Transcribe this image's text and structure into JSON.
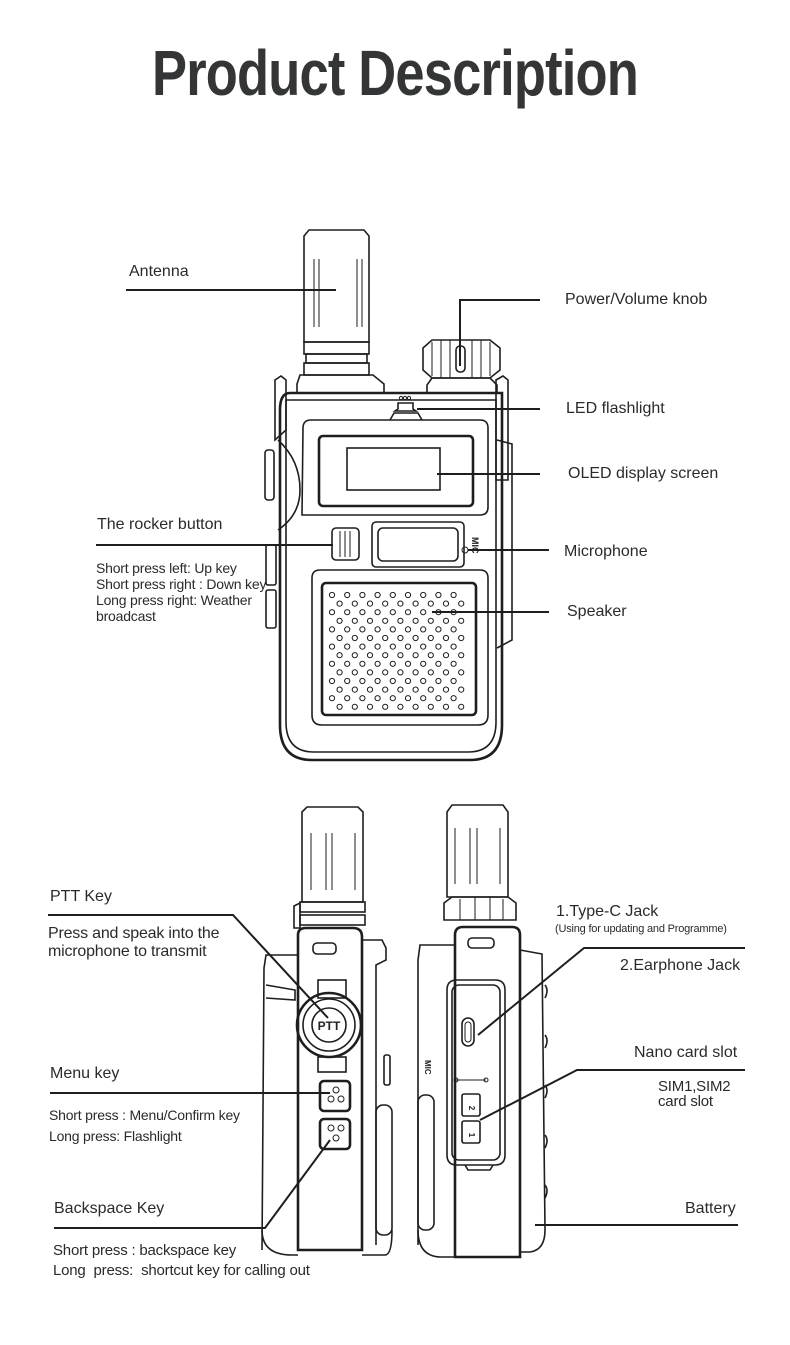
{
  "title": "Product Description",
  "front_view": {
    "labels": {
      "antenna": "Antenna",
      "power_volume_knob": "Power/Volume knob",
      "led_flashlight": "LED flashlight",
      "oled_display": "OLED display screen",
      "rocker_button": "The rocker button",
      "microphone": "Microphone",
      "speaker": "Speaker"
    },
    "rocker_notes": [
      "Short press left: Up key",
      "Short press right : Down key",
      "Long press right:  Weather",
      "broadcast"
    ],
    "mic_marking": "MIC"
  },
  "left_side_view": {
    "ptt_key": {
      "label": "PTT Key",
      "notes": [
        "Press and speak into the",
        "microphone to transmit"
      ],
      "button_text": "PTT"
    },
    "menu_key": {
      "label": "Menu key",
      "notes": [
        "Short press : Menu/Confirm key",
        "Long press: Flashlight"
      ]
    },
    "backspace_key": {
      "label": "Backspace Key",
      "notes": [
        "Short press : backspace key",
        "Long  press:  shortcut key for calling out"
      ]
    }
  },
  "right_side_view": {
    "type_c_jack": {
      "label": "1.Type-C Jack",
      "note": "(Using for updating and Programme)"
    },
    "earphone_jack": {
      "label": "2.Earphone Jack"
    },
    "nano_card_slot": {
      "label": "Nano card slot",
      "notes": [
        "SIM1,SIM2",
        "card slot"
      ],
      "slot_numbers": [
        "2",
        "1"
      ]
    },
    "battery": {
      "label": "Battery"
    },
    "mic_marking": "MIC"
  }
}
